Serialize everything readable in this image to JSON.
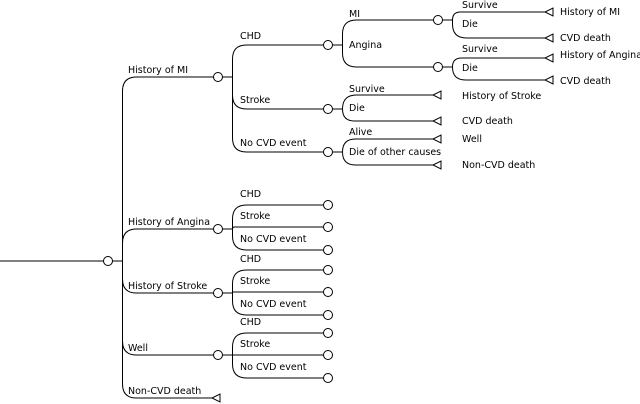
{
  "tree": {
    "root": {
      "children": [
        {
          "label": "History of MI",
          "children": [
            {
              "label": "CHD",
              "children": [
                {
                  "label": "MI",
                  "children": [
                    {
                      "label": "Survive",
                      "terminal": "History of MI"
                    },
                    {
                      "label": "Die",
                      "terminal": "CVD death"
                    }
                  ]
                },
                {
                  "label": "Angina",
                  "children": [
                    {
                      "label": "Survive",
                      "terminal": "History of Angina"
                    },
                    {
                      "label": "Die",
                      "terminal": "CVD death"
                    }
                  ]
                }
              ]
            },
            {
              "label": "Stroke",
              "children": [
                {
                  "label": "Survive",
                  "terminal": "History of Stroke"
                },
                {
                  "label": "Die",
                  "terminal": "CVD death"
                }
              ]
            },
            {
              "label": "No CVD event",
              "children": [
                {
                  "label": "Alive",
                  "terminal": "Well"
                },
                {
                  "label": "Die of other causes",
                  "terminal": "Non-CVD death"
                }
              ]
            }
          ]
        },
        {
          "label": "History of Angina",
          "children": [
            {
              "label": "CHD"
            },
            {
              "label": "Stroke"
            },
            {
              "label": "No CVD event"
            }
          ]
        },
        {
          "label": "History of Stroke",
          "children": [
            {
              "label": "CHD"
            },
            {
              "label": "Stroke"
            },
            {
              "label": "No CVD event"
            }
          ]
        },
        {
          "label": "Well",
          "children": [
            {
              "label": "CHD"
            },
            {
              "label": "Stroke"
            },
            {
              "label": "No CVD event"
            }
          ]
        },
        {
          "label": "Non-CVD death",
          "terminal_only": true
        }
      ]
    }
  }
}
